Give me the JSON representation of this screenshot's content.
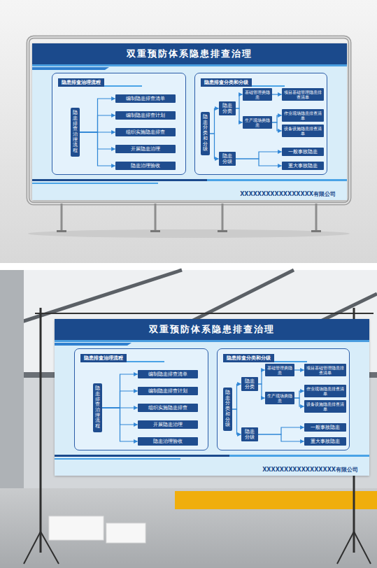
{
  "diagram": {
    "nodes": [
      {
        "text": [
          "双重预防体系隐患排查治理",
          "XXXXXXXXXXXXXXXXX有限公司"
        ]
      },
      {
        "text": [
          "隐患排查治理流程"
        ],
        "in": 0
      },
      {
        "text": [
          "隐患排查治理流程"
        ],
        "in": 1
      },
      {
        "text": [
          "编制隐患排查清单"
        ],
        "in": 1
      },
      {
        "text": [
          "编制隐患排查计划"
        ],
        "in": 1
      },
      {
        "text": [
          "组织实施隐患排查"
        ],
        "in": 1
      },
      {
        "text": [
          "开展隐患治理"
        ],
        "in": 1
      },
      {
        "text": [
          "隐患治理验收"
        ],
        "in": 1
      },
      {
        "text": [
          "隐患排查分类和分级"
        ],
        "in": 0
      },
      {
        "text": [
          "隐患分类和分级"
        ],
        "in": 8
      },
      {
        "text": [
          "隐患分类"
        ],
        "in": 8
      },
      {
        "text": [
          "隐患分级"
        ],
        "in": 8
      },
      {
        "text": [
          "基础管理类隐患"
        ],
        "in": 8
      },
      {
        "text": [
          "生产现场类隐患"
        ],
        "in": 8
      },
      {
        "text": [
          "项目基础管理隐患排查清单"
        ],
        "in": 8
      },
      {
        "text": [
          "作业现场隐患排查清单"
        ],
        "in": 8
      },
      {
        "text": [
          "设备设施隐患排查清单"
        ],
        "in": 8
      },
      {
        "text": [
          "一般事故隐患"
        ],
        "in": 8
      },
      {
        "text": [
          "重大事故隐患"
        ],
        "in": 8
      },
      {
        "text": [
          "双重预防体系隐患排查治理",
          "XXXXXXXXXXXXXXXXX有限公司"
        ]
      },
      {
        "text": [
          "隐患排查治理流程"
        ],
        "in": 19
      },
      {
        "text": [
          "隐患排查治理流程"
        ],
        "in": 20
      },
      {
        "text": [
          "编制隐患排查清单"
        ],
        "in": 20
      },
      {
        "text": [
          "编制隐患排查计划"
        ],
        "in": 20
      },
      {
        "text": [
          "组织实施隐患排查"
        ],
        "in": 20
      },
      {
        "text": [
          "开展隐患治理"
        ],
        "in": 20
      },
      {
        "text": [
          "隐患治理验收"
        ],
        "in": 20
      },
      {
        "text": [
          "隐患排查分类和分级"
        ],
        "in": 19
      },
      {
        "text": [
          "隐患分类和分级"
        ],
        "in": 27
      },
      {
        "text": [
          "隐患分类"
        ],
        "in": 27
      },
      {
        "text": [
          "隐患分级"
        ],
        "in": 27
      },
      {
        "text": [
          "基础管理类隐患"
        ],
        "in": 27
      },
      {
        "text": [
          "生产现场类隐患"
        ],
        "in": 27
      },
      {
        "text": [
          "项目基础管理隐患排查清单"
        ],
        "in": 27
      },
      {
        "text": [
          "作业现场隐患排查清单"
        ],
        "in": 27
      },
      {
        "text": [
          "设备设施隐患排查清单"
        ],
        "in": 27
      },
      {
        "text": [
          "一般事故隐患"
        ],
        "in": 27
      },
      {
        "text": [
          "重大事故隐患"
        ],
        "in": 27
      }
    ],
    "edges": [
      {
        "from": 2,
        "to": 3,
        "arrow": "to"
      },
      {
        "from": 2,
        "to": 4,
        "arrow": "to"
      },
      {
        "from": 2,
        "to": 5,
        "arrow": "to"
      },
      {
        "from": 2,
        "to": 6,
        "arrow": "to"
      },
      {
        "from": 2,
        "to": 7,
        "arrow": "to"
      },
      {
        "from": 9,
        "to": 10,
        "arrow": "to"
      },
      {
        "from": 9,
        "to": 11,
        "arrow": "to"
      },
      {
        "from": 10,
        "to": 12,
        "arrow": "to"
      },
      {
        "from": 10,
        "to": 13,
        "arrow": "to"
      },
      {
        "from": 12,
        "to": 14,
        "arrow": "to"
      },
      {
        "from": 13,
        "to": 15,
        "arrow": "to"
      },
      {
        "from": 13,
        "to": 16,
        "arrow": "to"
      },
      {
        "from": 11,
        "to": 17,
        "arrow": "to"
      },
      {
        "from": 11,
        "to": 18,
        "arrow": "to"
      },
      {
        "from": 21,
        "to": 22,
        "arrow": "to"
      },
      {
        "from": 21,
        "to": 23,
        "arrow": "to"
      },
      {
        "from": 21,
        "to": 24,
        "arrow": "to"
      },
      {
        "from": 21,
        "to": 25,
        "arrow": "to"
      },
      {
        "from": 21,
        "to": 26,
        "arrow": "to"
      },
      {
        "from": 28,
        "to": 29,
        "arrow": "to"
      },
      {
        "from": 28,
        "to": 30,
        "arrow": "to"
      },
      {
        "from": 29,
        "to": 31,
        "arrow": "to"
      },
      {
        "from": 29,
        "to": 32,
        "arrow": "to"
      },
      {
        "from": 31,
        "to": 33,
        "arrow": "to"
      },
      {
        "from": 32,
        "to": 34,
        "arrow": "to"
      },
      {
        "from": 32,
        "to": 35,
        "arrow": "to"
      },
      {
        "from": 30,
        "to": 36,
        "arrow": "to"
      },
      {
        "from": 30,
        "to": 37,
        "arrow": "to"
      }
    ]
  }
}
